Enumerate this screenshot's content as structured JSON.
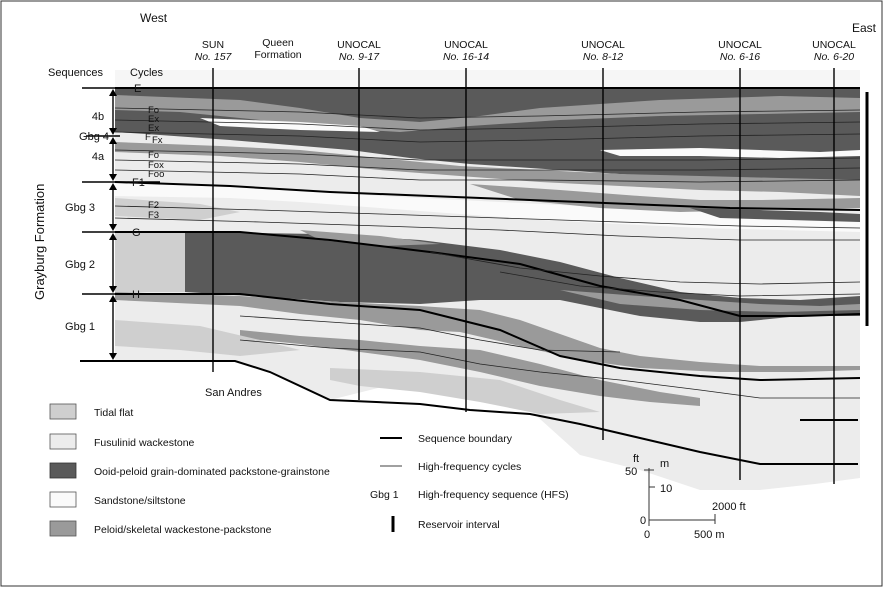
{
  "directions": {
    "west": "West",
    "east": "East"
  },
  "column_headers": {
    "sequences": "Sequences",
    "cycles": "Cycles"
  },
  "formation_label": "Grayburg Formation",
  "bottom_label": "San Andres",
  "wells": [
    {
      "line1": "SUN",
      "line2": "No. 157"
    },
    {
      "line1": "Queen",
      "line2": "Formation"
    },
    {
      "line1": "UNOCAL",
      "line2": "No. 9-17"
    },
    {
      "line1": "UNOCAL",
      "line2": "No. 16-14"
    },
    {
      "line1": "UNOCAL",
      "line2": "No. 8-12"
    },
    {
      "line1": "UNOCAL",
      "line2": "No. 6-16"
    },
    {
      "line1": "UNOCAL",
      "line2": "No. 6-20"
    }
  ],
  "sequence_labels": [
    "4b",
    "Gbg 4",
    "4a",
    "Gbg 3",
    "Gbg 2",
    "Gbg 1"
  ],
  "boundary_labels": [
    "E",
    "F1",
    "G",
    "H"
  ],
  "cycle_labels": [
    "Fo",
    "Ex",
    "Ex",
    "F",
    "Fx",
    "Fo",
    "Fox",
    "Foo",
    "F2",
    "F3"
  ],
  "facies_legend": [
    {
      "label": "Tidal flat",
      "color": "#cfcfcf"
    },
    {
      "label": "Fusulinid wackestone",
      "color": "#ececec"
    },
    {
      "label": "Ooid-peloid grain-dominated packstone-grainstone",
      "color": "#5a5a5a"
    },
    {
      "label": "Sandstone/siltstone",
      "color": "#fafafa"
    },
    {
      "label": "Peloid/skeletal wackestone-packstone",
      "color": "#9a9a9a"
    }
  ],
  "line_legend": [
    {
      "symbol": "",
      "label": "Sequence boundary"
    },
    {
      "symbol": "",
      "label": "High-frequency cycles"
    },
    {
      "symbol": "Gbg 1",
      "label": "High-frequency sequence (HFS)"
    },
    {
      "symbol": "",
      "label": "Reservoir interval"
    }
  ],
  "scale": {
    "ft_unit": "ft",
    "m_unit": "m",
    "ft_tick": "50",
    "m_tick": "10",
    "h_ft": "2000 ft",
    "h_m": "500 m",
    "zero_v": "0",
    "zero_h": "0"
  }
}
